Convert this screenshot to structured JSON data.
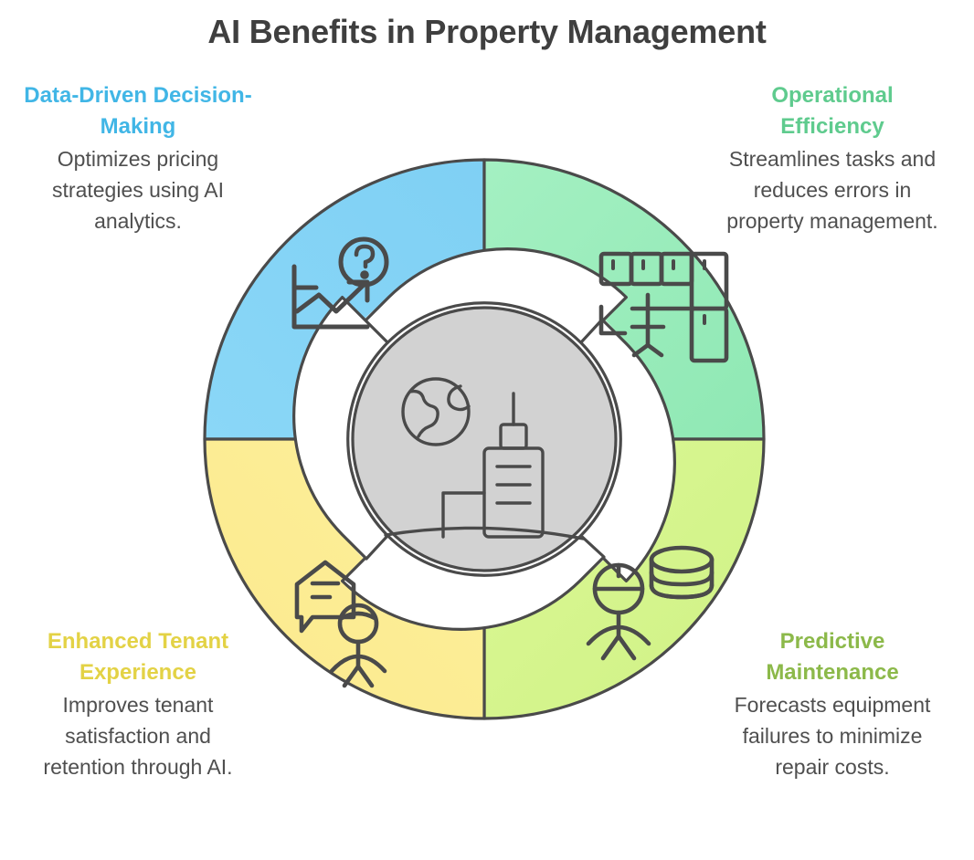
{
  "title": "AI Benefits in Property Management",
  "theme": {
    "title_color": "#3f3f3f",
    "body_text_color": "#4f4f4f",
    "stroke_color": "#4a4a4a",
    "center_fill": "#d2d2d2",
    "gap_fill": "#ffffff",
    "page_background": "#ffffff"
  },
  "center": {
    "icon": "globe-and-city-buildings-icon",
    "fill": "#d2d2d2"
  },
  "quadrants": [
    {
      "id": "data-driven-decision-making",
      "position": "top-left",
      "title": "Data-Driven Decision-Making",
      "description": "Optimizes pricing strategies using AI analytics.",
      "color": "#84d3f5",
      "title_color": "#41b6e6",
      "icon": "line-chart-with-question-mark-icon"
    },
    {
      "id": "operational-efficiency",
      "position": "top-right",
      "title": "Operational Efficiency",
      "description": "Streamlines tasks and reduces errors in property management.",
      "color": "#9cecbc",
      "title_color": "#5fcb8e",
      "icon": "office-desk-and-cabinets-icon"
    },
    {
      "id": "enhanced-tenant-experience",
      "position": "bottom-left",
      "title": "Enhanced Tenant Experience",
      "description": "Improves tenant satisfaction and retention through AI.",
      "color": "#fcee96",
      "title_color": "#e3d245",
      "icon": "house-speech-bubble-with-person-icon"
    },
    {
      "id": "predictive-maintenance",
      "position": "bottom-right",
      "title": "Predictive Maintenance",
      "description": "Forecasts equipment failures to minimize repair costs.",
      "color": "#d8f790",
      "title_color": "#8cb94a",
      "icon": "worker-with-database-icon"
    }
  ],
  "chart_data": {
    "type": "pie",
    "title": "AI Benefits in Property Management",
    "categories": [
      "Data-Driven Decision-Making",
      "Operational Efficiency",
      "Predictive Maintenance",
      "Enhanced Tenant Experience"
    ],
    "values": [
      25,
      25,
      25,
      25
    ],
    "colors": [
      "#84d3f5",
      "#9cecbc",
      "#d8f790",
      "#fcee96"
    ],
    "legend": "none",
    "grid": false,
    "notes": "Four equal quadrants of a donut-style cycle wheel with an inner white arrow ring and a gray hub icon."
  }
}
